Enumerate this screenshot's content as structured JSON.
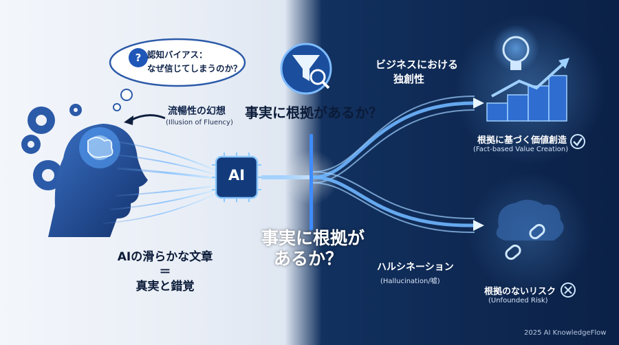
{
  "bubble": {
    "line1": "認知バイアス：",
    "line2": "なぜ信じてしまうのか？",
    "question_mark": "?"
  },
  "fluency": {
    "title": "流暢性の幻想",
    "subtitle": "(Illusion of Fluency)"
  },
  "center_top": "事実に根拠があるか？",
  "center_bottom": {
    "line1": "事実に根拠が",
    "line2": "あるか？"
  },
  "chip_label": "AI",
  "left_caption": {
    "line1": "AIの滑らかな文章",
    "line2": "＝",
    "line3": "真実と錯覚"
  },
  "business": {
    "line1": "ビジネスにおける",
    "line2": "独創性"
  },
  "fact_value": {
    "title": "根拠に基づく価値創造",
    "subtitle": "(Fact-based Value Creation)"
  },
  "hallucination": {
    "title": "ハルシネーション",
    "subtitle": "(Hallucination/嘘)"
  },
  "risk": {
    "title": "根拠のないリスク",
    "subtitle": "(Unfounded Risk)"
  },
  "copyright": "2025 AI KnowledgeFlow",
  "colors": {
    "accent": "#3f8cff",
    "dark_navy": "#0b2147",
    "light_bg": "#eef2f8",
    "glow": "#9fd0ff"
  },
  "icons": [
    "gear-icon",
    "brain-head-icon",
    "thought-bubble-icon",
    "question-icon",
    "ai-chip-icon",
    "filter-search-icon",
    "lightbulb-icon",
    "growth-chart-icon",
    "check-icon",
    "broken-chain-icon",
    "close-icon"
  ]
}
